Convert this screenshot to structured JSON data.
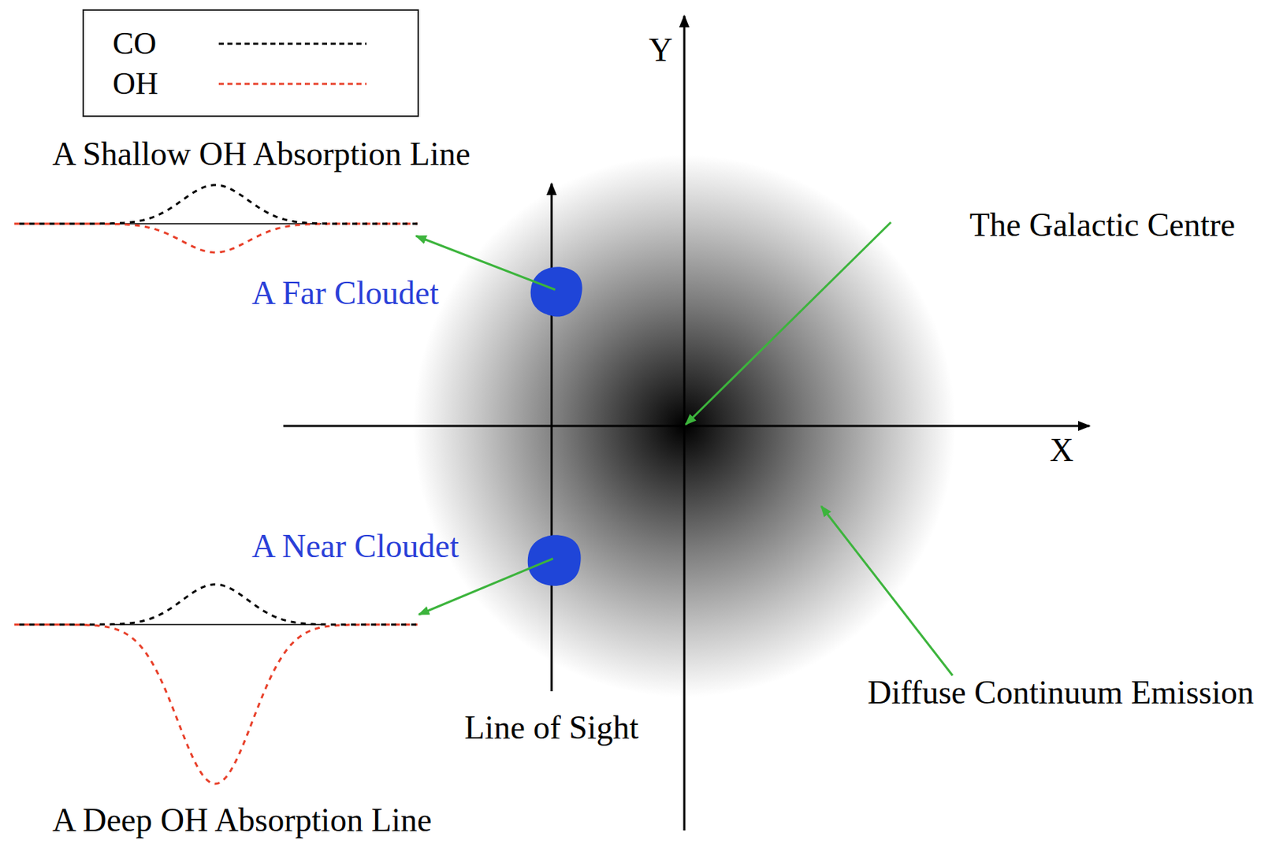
{
  "diagram": {
    "labels": [
      "Y",
      "A Shallow OH Absorption Line",
      "The Galactic Centre",
      "A Far Cloudet",
      "X",
      "A Near Cloudet",
      "Diffuse Continuum Emission",
      "Line of Sight",
      "A Deep OH Absorption Line"
    ],
    "legend": [
      {
        "text": "CO"
      },
      {
        "text": "OH"
      }
    ]
  }
}
